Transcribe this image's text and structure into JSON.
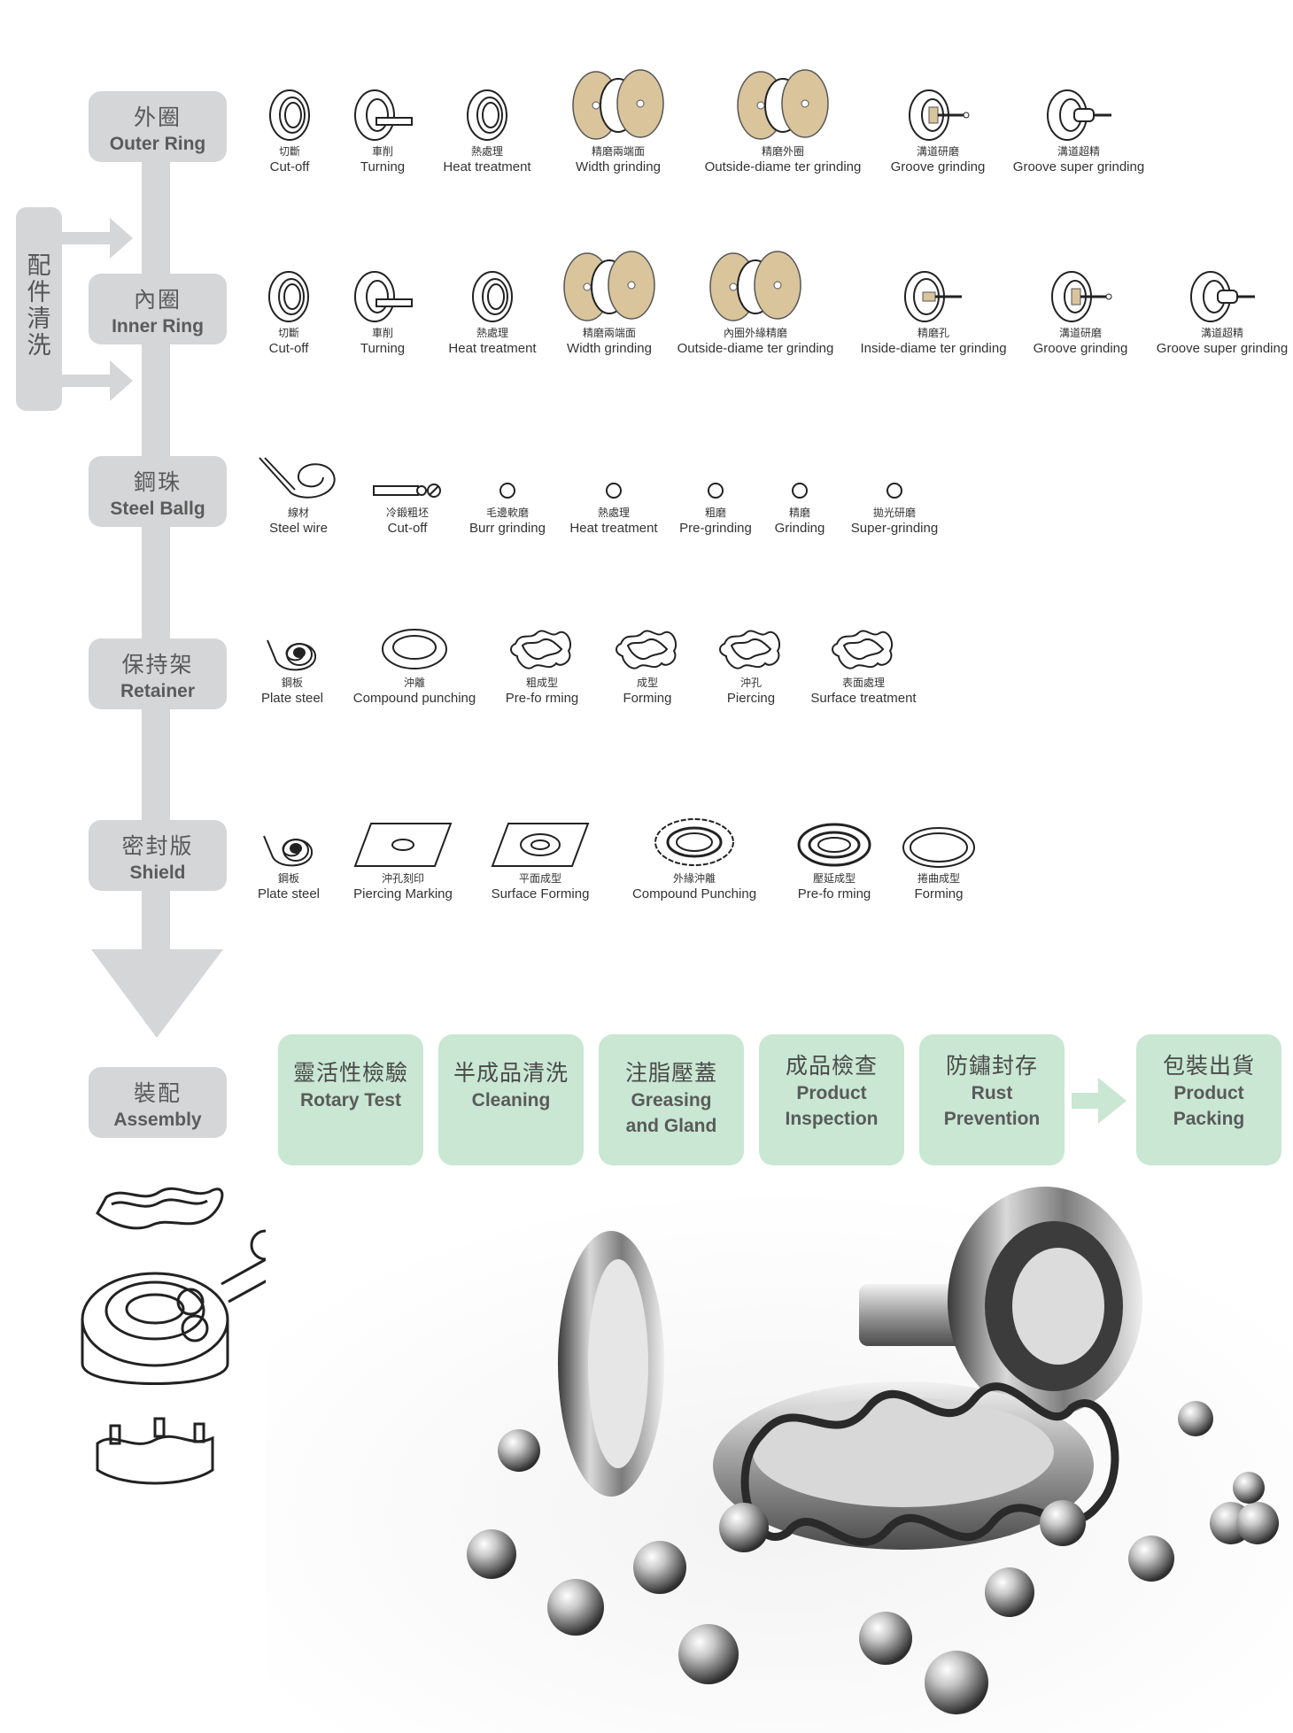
{
  "side_label": {
    "chars": [
      "配",
      "件",
      "清",
      "洗"
    ]
  },
  "stages": {
    "outer": {
      "zh": "外圈",
      "en": "Outer Ring"
    },
    "inner": {
      "zh": "內圈",
      "en": "Inner Ring"
    },
    "ball": {
      "zh": "鋼珠",
      "en": "Steel Ballg"
    },
    "retainer": {
      "zh": "保持架",
      "en": "Retainer"
    },
    "shield": {
      "zh": "密封版",
      "en": "Shield"
    },
    "assembly": {
      "zh": "裝配",
      "en": "Assembly"
    }
  },
  "outer_steps": [
    {
      "zh": "切斷",
      "en": "Cut-off",
      "icon": "ring-icon"
    },
    {
      "zh": "車削",
      "en": "Turning",
      "icon": "turning-tool-icon"
    },
    {
      "zh": "熱處理",
      "en": "Heat treatment",
      "icon": "ring-icon"
    },
    {
      "zh": "精磨兩端面",
      "en": "Width grinding",
      "icon": "grinding-wheel-icon"
    },
    {
      "zh": "精磨外圈",
      "en": "Outside-diame ter grinding",
      "icon": "grinding-wheel-icon"
    },
    {
      "zh": "溝道研磨",
      "en": "Groove grinding",
      "icon": "groove-grinding-icon"
    },
    {
      "zh": "溝道超精",
      "en": "Groove super grinding",
      "icon": "groove-super-grinding-icon"
    }
  ],
  "inner_steps": [
    {
      "zh": "切斷",
      "en": "Cut-off",
      "icon": "ring-icon"
    },
    {
      "zh": "車削",
      "en": "Turning",
      "icon": "turning-tool-icon"
    },
    {
      "zh": "熱處理",
      "en": "Heat treatment",
      "icon": "ring-icon"
    },
    {
      "zh": "精磨兩端面",
      "en": "Width grinding",
      "icon": "grinding-wheel-icon"
    },
    {
      "zh": "內圈外緣精磨",
      "en": "Outside-diame ter grinding",
      "icon": "grinding-wheel-icon"
    },
    {
      "zh": "精磨孔",
      "en": "Inside-diame ter grinding",
      "icon": "bore-grinding-icon"
    },
    {
      "zh": "溝道研磨",
      "en": "Groove grinding",
      "icon": "groove-grinding-icon"
    },
    {
      "zh": "溝道超精",
      "en": "Groove super grinding",
      "icon": "groove-super-grinding-icon"
    }
  ],
  "ball_steps": [
    {
      "zh": "線材",
      "en": "Steel wire",
      "icon": "wire-coil-icon"
    },
    {
      "zh": "冷鍛粗坯",
      "en": "Cut-off",
      "icon": "cut-rod-icon"
    },
    {
      "zh": "毛邊軟磨",
      "en": "Burr grinding",
      "icon": "ball-icon"
    },
    {
      "zh": "熱處理",
      "en": "Heat treatment",
      "icon": "ball-icon"
    },
    {
      "zh": "粗磨",
      "en": "Pre-grinding",
      "icon": "ball-icon"
    },
    {
      "zh": "精磨",
      "en": "Grinding",
      "icon": "ball-icon"
    },
    {
      "zh": "拋光研磨",
      "en": "Super-grinding",
      "icon": "ball-icon"
    }
  ],
  "retainer_steps": [
    {
      "zh": "鋼板",
      "en": "Plate steel",
      "icon": "steel-coil-icon"
    },
    {
      "zh": "沖離",
      "en": "Compound punching",
      "icon": "punched-ring-icon"
    },
    {
      "zh": "粗成型",
      "en": "Pre-fo rming",
      "icon": "wavy-cage-icon"
    },
    {
      "zh": "成型",
      "en": "Forming",
      "icon": "wavy-cage-icon"
    },
    {
      "zh": "沖孔",
      "en": "Piercing",
      "icon": "wavy-cage-icon"
    },
    {
      "zh": "表面處理",
      "en": "Surface treatment",
      "icon": "wavy-cage-icon"
    }
  ],
  "shield_steps": [
    {
      "zh": "鋼板",
      "en": "Plate steel",
      "icon": "steel-coil-icon"
    },
    {
      "zh": "沖孔刻印",
      "en": "Piercing Marking",
      "icon": "plate-hole-icon"
    },
    {
      "zh": "平面成型",
      "en": "Surface Forming",
      "icon": "plate-ring-icon"
    },
    {
      "zh": "外緣沖離",
      "en": "Compound Punching",
      "icon": "gear-ring-icon"
    },
    {
      "zh": "壓延成型",
      "en": "Pre-fo rming",
      "icon": "double-ring-icon"
    },
    {
      "zh": "捲曲成型",
      "en": "Forming",
      "icon": "flat-ring-icon"
    }
  ],
  "assembly_steps": [
    {
      "zh": "靈活性檢驗",
      "en1": "Rotary Test",
      "en2": ""
    },
    {
      "zh": "半成品清洗",
      "en1": "Cleaning",
      "en2": ""
    },
    {
      "zh": "注脂壓蓋",
      "en1": "Greasing",
      "en2": "and Gland"
    },
    {
      "zh": "成品檢查",
      "en1": "Product",
      "en2": "Inspection"
    },
    {
      "zh": "防鏽封存",
      "en1": "Rust",
      "en2": "Prevention"
    },
    {
      "zh": "包裝出貨",
      "en1": "Product",
      "en2": "Packing"
    }
  ],
  "colors": {
    "spine": "#d5d6d8",
    "assembly_box": "#c9e7d2",
    "assembly_arrow": "#c9e7d2",
    "abrasive": "#d9c49c"
  }
}
